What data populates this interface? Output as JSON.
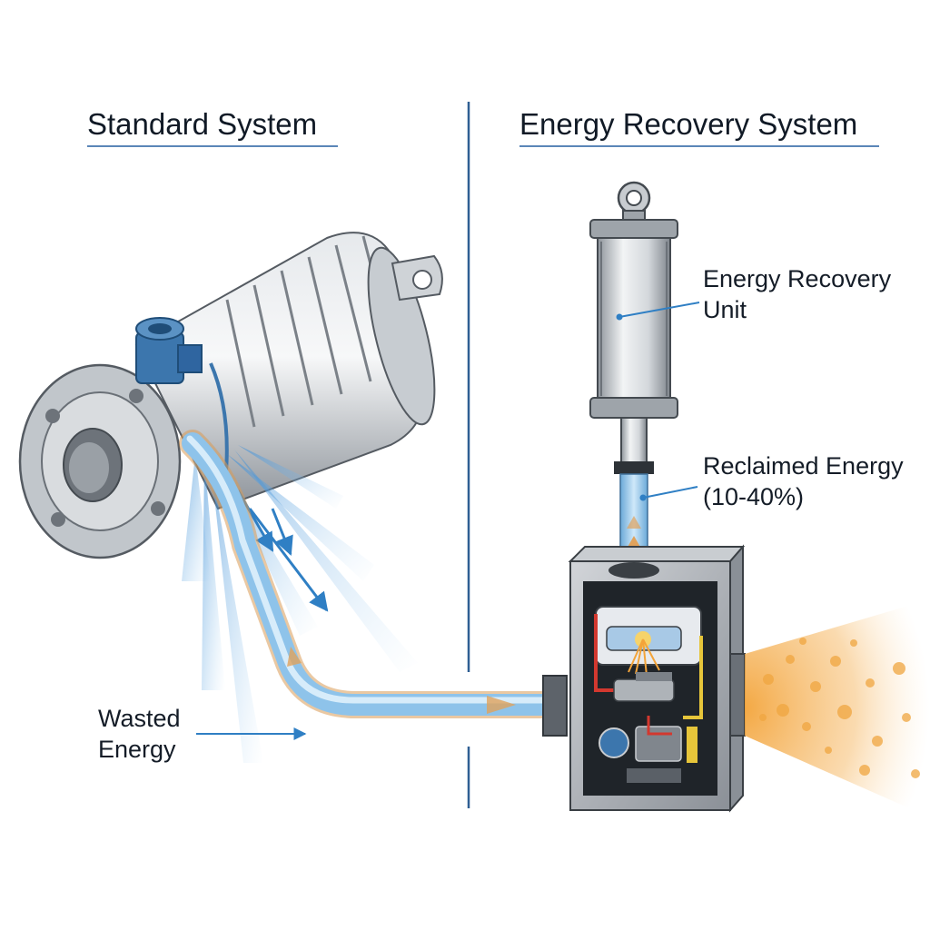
{
  "panels": {
    "left": {
      "title": "Standard System"
    },
    "right": {
      "title": "Energy Recovery System"
    }
  },
  "callouts": {
    "energy_recovery_unit": {
      "line1": "Energy Recovery",
      "line2": "Unit"
    },
    "reclaimed_energy": {
      "line1": "Reclaimed Energy",
      "line2": "(10-40%)"
    },
    "wasted_energy": {
      "line1": "Wasted",
      "line2": "Energy"
    }
  },
  "components": {
    "pump_motor": "pump-motor-icon",
    "recovery_cylinder": "cylinder-icon",
    "recovery_box": "recovery-unit-box-icon",
    "pipe": "pipe-icon",
    "waste_spray": "energy-leak-spray-icon",
    "output_spray": "energy-output-spray-icon"
  },
  "colors": {
    "divider": "#2f5f93",
    "pipe": "#8ec3ea",
    "waste_spray": "#5aa8e2",
    "output_spray": "#f0a640",
    "steel": "#b9bec4",
    "valve": "#3c76ad"
  }
}
